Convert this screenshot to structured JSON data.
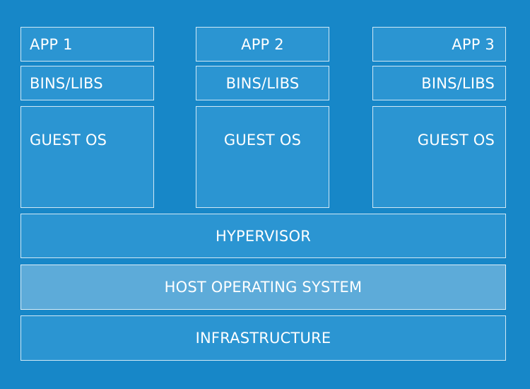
{
  "columns": [
    {
      "app": "APP 1",
      "bins": "BINS/LIBS",
      "guest_os": "GUEST OS"
    },
    {
      "app": "APP 2",
      "bins": "BINS/LIBS",
      "guest_os": "GUEST OS"
    },
    {
      "app": "APP 3",
      "bins": "BINS/LIBS",
      "guest_os": "GUEST OS"
    }
  ],
  "layers": {
    "hypervisor": "HYPERVISOR",
    "host_os": "HOST OPERATING SYSTEM",
    "infrastructure": "INFRASTRUCTURE"
  },
  "colors": {
    "background": "#1787c8",
    "box": "#2b95d2",
    "host_box": "#5dabd9",
    "text": "#ffffff"
  }
}
